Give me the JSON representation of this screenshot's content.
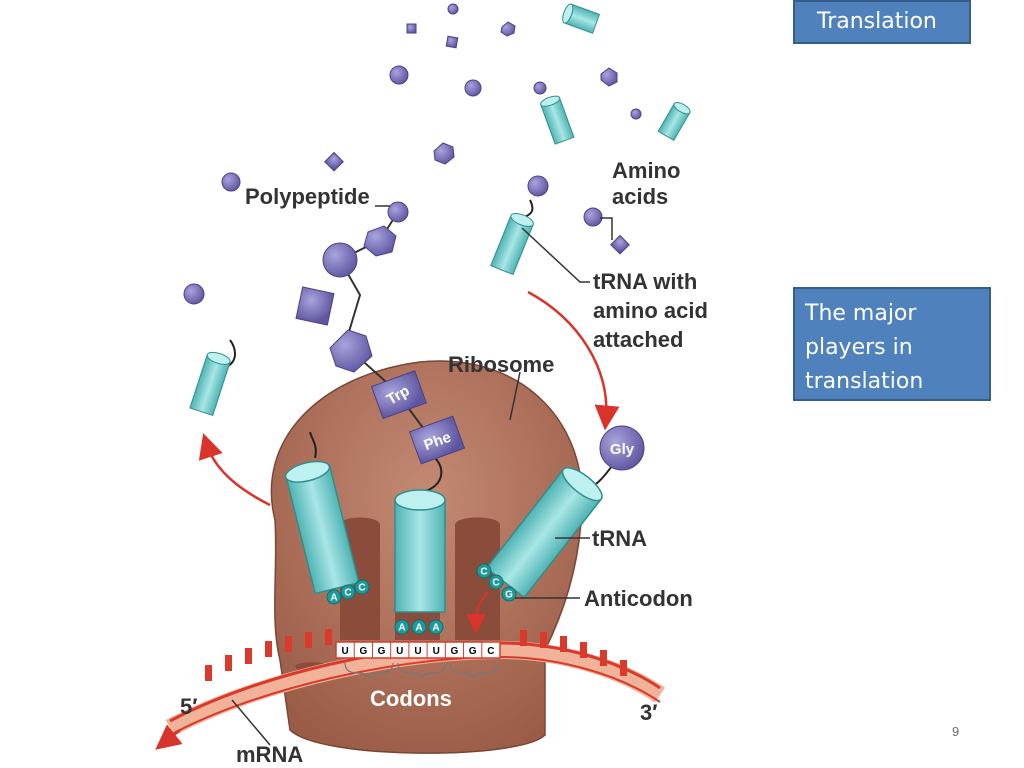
{
  "slide": {
    "title": "Translation",
    "callout": "The major players in translation",
    "page_number": "9"
  },
  "diagram": {
    "labels": {
      "polypeptide": "Polypeptide",
      "amino_acids_1": "Amino",
      "amino_acids_2": "acids",
      "trna_attached_1": "tRNA with",
      "trna_attached_2": "amino acid",
      "trna_attached_3": "attached",
      "ribosome": "Ribosome",
      "trna": "tRNA",
      "anticodon": "Anticodon",
      "codons": "Codons",
      "mrna": "mRNA",
      "five_prime": "5′",
      "three_prime": "3′"
    },
    "amino_acid_tags": {
      "trp": "Trp",
      "phe": "Phe",
      "gly": "Gly"
    },
    "mrna_sequence": [
      "U",
      "G",
      "G",
      "U",
      "U",
      "U",
      "G",
      "G",
      "C"
    ],
    "anticodon_left": [
      "A",
      "C",
      "C"
    ],
    "anticodon_middle": [
      "A",
      "A",
      "A"
    ],
    "anticodon_right": [
      "C",
      "C",
      "G"
    ],
    "colors": {
      "ribosome": "#a86a55",
      "trna": "#7fd3d3",
      "amino_acid": "#7b74b8",
      "mrna": "#d93a2b",
      "arrow": "#d9342b",
      "box": "#4f81bd"
    }
  }
}
